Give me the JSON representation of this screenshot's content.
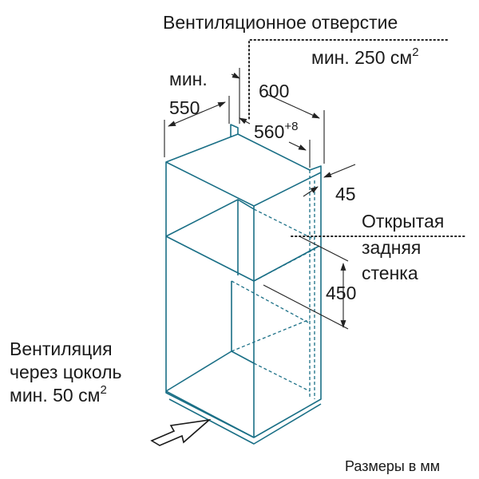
{
  "labels": {
    "vent_opening": "Вентиляционное отверстие",
    "vent_opening_min": "мин. 250 см",
    "vent_opening_sup": "2",
    "min_word": "мин.",
    "dim_550": "550",
    "dim_600": "600",
    "dim_560": "560",
    "dim_560_sup": "+8",
    "dim_45": "45",
    "open_back_1": "Открытая",
    "open_back_2": "задняя",
    "open_back_3": "стенка",
    "dim_450": "450",
    "plinth_1": "Вентиляция",
    "plinth_2": "через цоколь",
    "plinth_3": "мин. 50 см",
    "plinth_sup": "2",
    "units": "Размеры в мм"
  },
  "colors": {
    "cabinet_line": "#1a6f86",
    "dimension_line": "#222222"
  }
}
